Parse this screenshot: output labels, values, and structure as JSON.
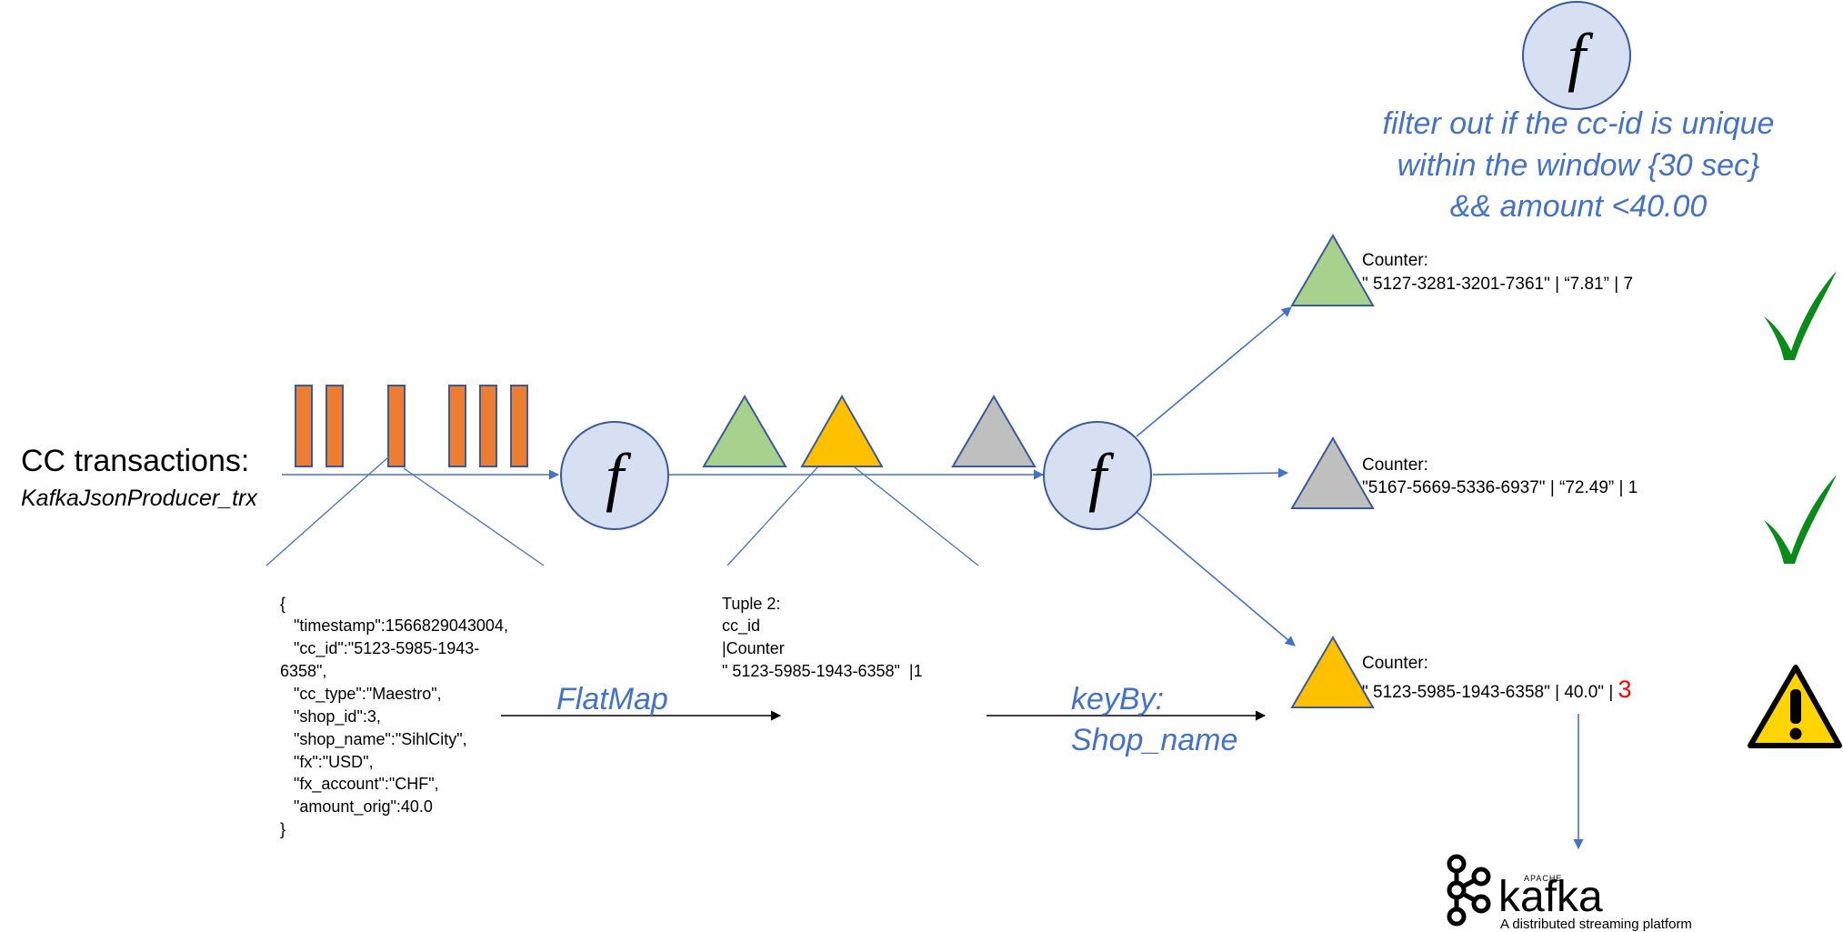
{
  "colors": {
    "line": "#4472c4",
    "bar_fill": "#ed7d31",
    "bar_stroke": "#3a5a9a",
    "circle_fill": "#d6e0f2",
    "circle_stroke": "#3a5a9a",
    "green_tri": "#a9d18e",
    "yellow_tri": "#ffc000",
    "gray_tri": "#bfbfbf",
    "blue_text": "#4472c4",
    "check": "#0a8a1a",
    "warn": "#ffd400",
    "red": "#ff0000"
  },
  "source": {
    "title": "CC transactions:",
    "subtitle": "KafkaJsonProducer_trx"
  },
  "function_symbol": "f",
  "filter_note": [
    "filter out if the cc-id is unique",
    "within the window {30 sec}",
    "&& amount <40.00"
  ],
  "json_record": [
    "{",
    "   \"timestamp\":1566829043004,",
    "   \"cc_id\":\"5123-5985-1943-",
    "6358\",",
    "   \"cc_type\":\"Maestro\",",
    "   \"shop_id\":3,",
    "   \"shop_name\":\"SihlCity\",",
    "   \"fx\":\"USD\",",
    "   \"fx_account\":\"CHF\",",
    "   \"amount_orig\":40.0",
    "}"
  ],
  "tuple": [
    "Tuple 2:",
    "cc_id",
    "|Counter",
    "\" 5123-5985-1943-6358\"  |1"
  ],
  "ops": {
    "flatmap": "FlatMap",
    "keyby_line1": "keyBy:",
    "keyby_line2": "Shop_name"
  },
  "outputs": [
    {
      "label": "Counter:",
      "value": "\" 5127-3281-3201-7361\" | “7.81” | 7",
      "count": "",
      "status": "ok"
    },
    {
      "label": "Counter:",
      "value": "\"5167-5669-5336-6937\" | “72.49” | 1",
      "count": "",
      "status": "ok"
    },
    {
      "label": "Counter:",
      "value": "\" 5123-5985-1943-6358\" | 40.0\" | ",
      "count": "3",
      "status": "warning"
    }
  ],
  "kafka": {
    "apache": "APACHE",
    "name": "kafka",
    "tagline": "A distributed streaming platform"
  }
}
